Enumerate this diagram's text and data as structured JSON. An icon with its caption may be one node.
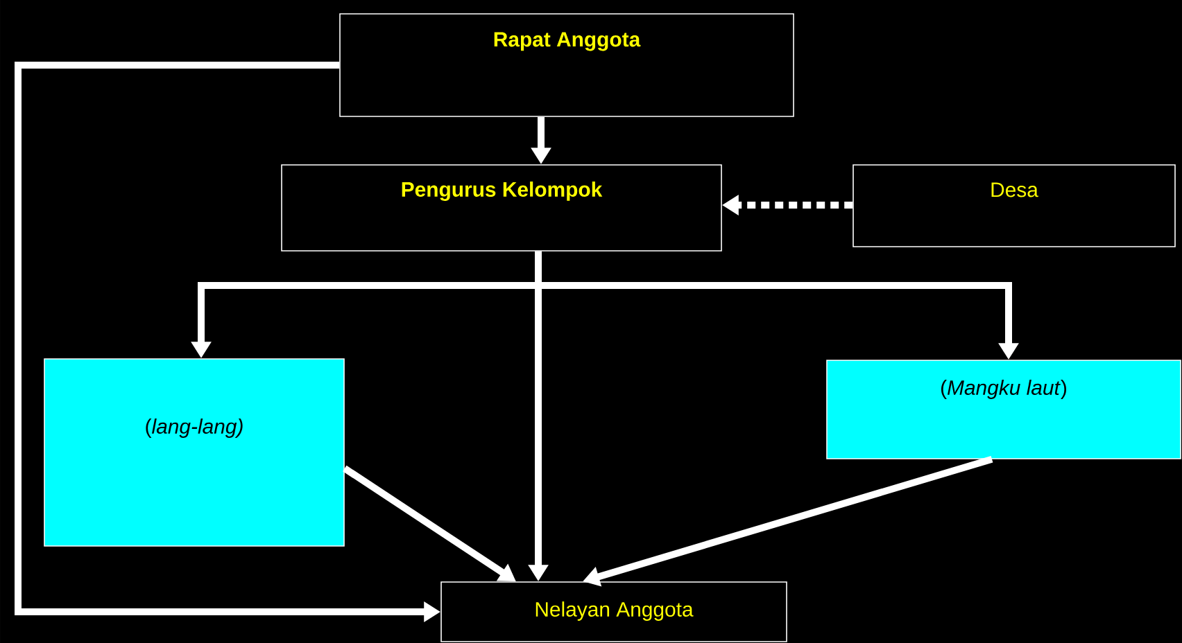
{
  "diagram": {
    "nodes": [
      {
        "text": [
          "Rapat Anggota"
        ]
      },
      {
        "text": [
          "Pengurus Kelompok"
        ]
      },
      {
        "text": [
          "Desa"
        ]
      },
      {
        "text": [
          "(*lang-lang)*"
        ]
      },
      {
        "text": [
          "(*Mangku laut*)"
        ]
      },
      {
        "text": [
          "Nelayan Anggota"
        ]
      }
    ],
    "edges": [
      {
        "from": 0,
        "to": 1,
        "arrow": "to"
      },
      {
        "from": 2,
        "to": 1,
        "arrow": "to",
        "style": "dashed"
      },
      {
        "from": 1,
        "to": 3,
        "arrow": "to"
      },
      {
        "from": 1,
        "to": 4,
        "arrow": "to"
      },
      {
        "from": 1,
        "to": 5,
        "arrow": "to"
      },
      {
        "from": 3,
        "to": 5,
        "arrow": "to"
      },
      {
        "from": 4,
        "to": 5,
        "arrow": "to"
      },
      {
        "from": 0,
        "to": 5,
        "arrow": "to"
      }
    ]
  }
}
